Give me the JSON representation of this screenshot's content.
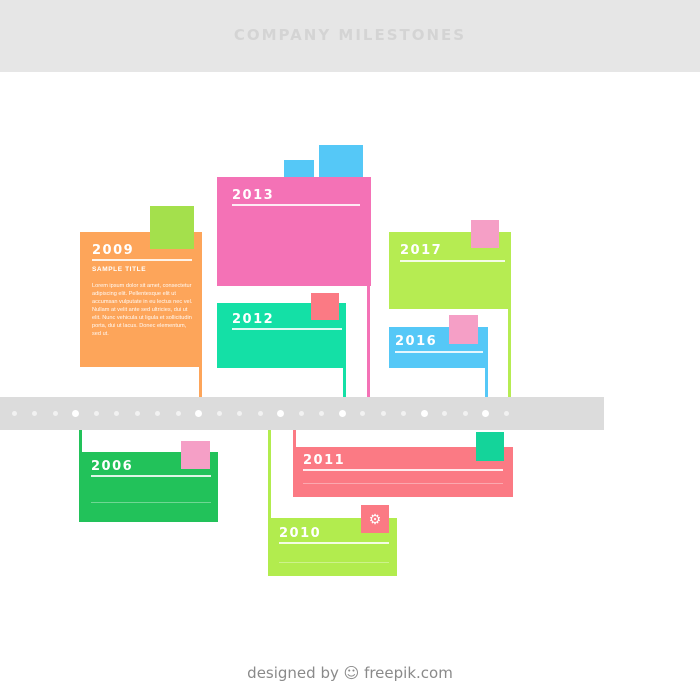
{
  "header": {
    "title": "COMPANY MILESTONES"
  },
  "sample": {
    "title": "SAMPLE TITLE",
    "body": "Lorem ipsum dolor sit amet, consectetur adipiscing elit. Pellentesque elit ut accumsan vulputate in eu lectus nec vel. Nullam at velit ante sed ultricies, dui ut elit. Nunc vehicula ut ligula et sollicitudin porta, dui ut lacus. Donec elementum, sed ut."
  },
  "milestones": [
    {
      "id": "2013",
      "year": "2013",
      "color": "#f472b6"
    },
    {
      "id": "2009",
      "year": "2009",
      "color": "#fda55a"
    },
    {
      "id": "2012",
      "year": "2012",
      "color": "#14e0a6"
    },
    {
      "id": "2017",
      "year": "2017",
      "color": "#b6ec52"
    },
    {
      "id": "2016",
      "year": "2016",
      "color": "#55c8f7"
    },
    {
      "id": "2006",
      "year": "2006",
      "color": "#22c25a"
    },
    {
      "id": "2011",
      "year": "2011",
      "color": "#fb7a84"
    },
    {
      "id": "2010",
      "year": "2010",
      "color": "#b2ec4e"
    }
  ],
  "icons": {
    "gear": "gear-icon"
  },
  "footer": {
    "prefix": "designed by",
    "brand": "freepik.com"
  }
}
